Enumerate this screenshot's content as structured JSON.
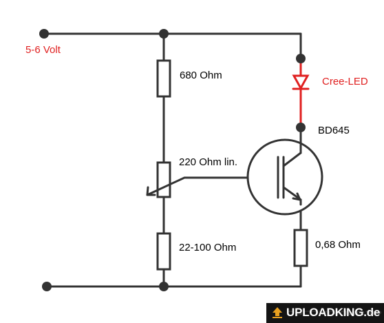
{
  "labels": {
    "supply": "5-6 Volt",
    "r_top": "680 Ohm",
    "led": "Cree-LED",
    "transistor": "BD645",
    "pot": "220 Ohm lin.",
    "r_bottom": "22-100 Ohm",
    "r_emitter": "0,68 Ohm"
  },
  "watermark": {
    "text": "UPLOADKING.de"
  },
  "colors": {
    "wire": "#333333",
    "led": "#e02020",
    "label_red": "#e02020",
    "watermark_bg": "#141414",
    "watermark_accent": "#e8a020"
  }
}
